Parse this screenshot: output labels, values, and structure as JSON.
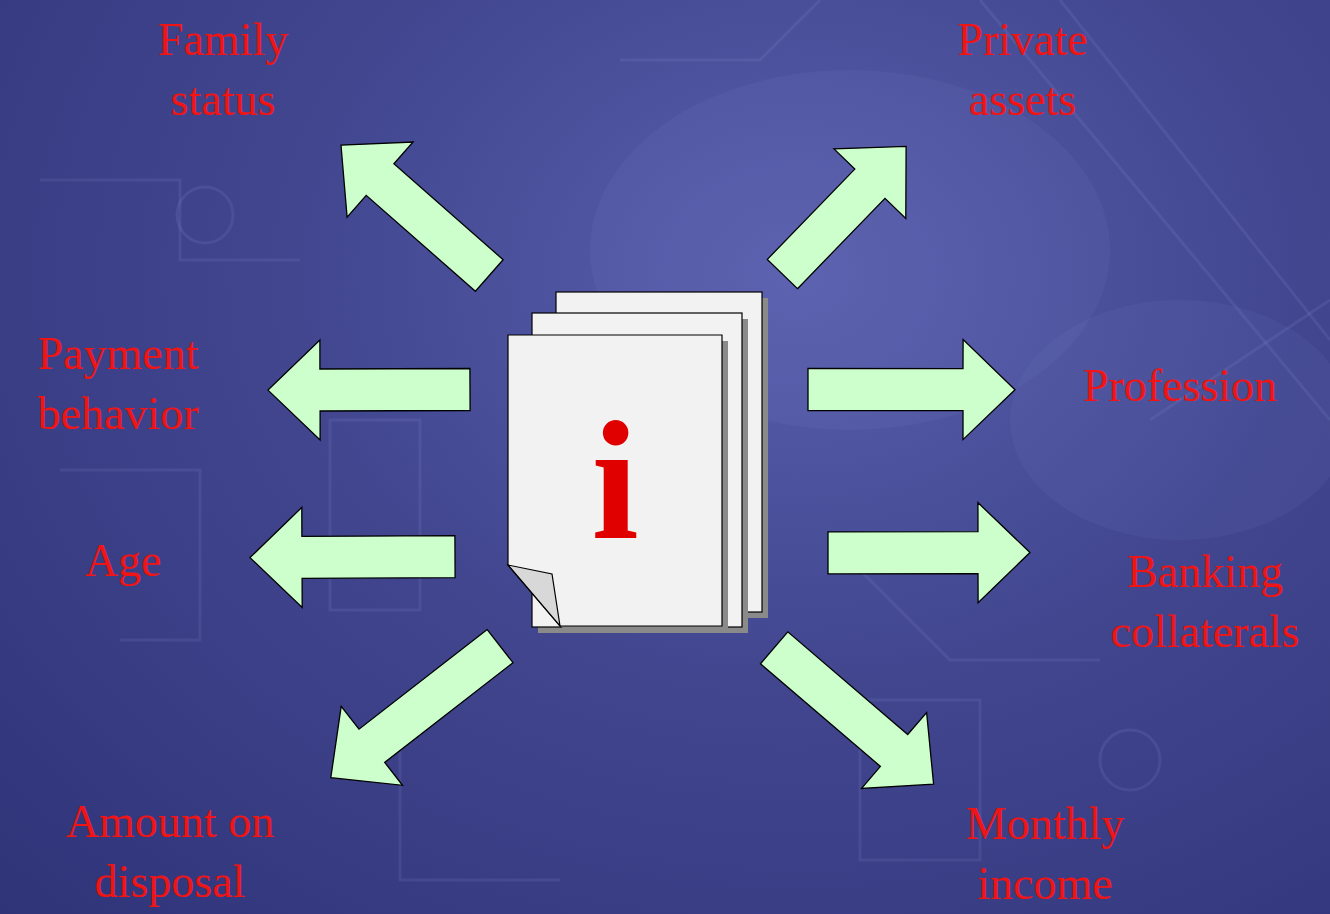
{
  "diagram": {
    "nodes": [
      {
        "text": [
          "i"
        ]
      },
      {
        "text": [
          "Family status"
        ]
      },
      {
        "text": [
          "Private assets"
        ]
      },
      {
        "text": [
          "Payment behavior"
        ]
      },
      {
        "text": [
          "Profession"
        ]
      },
      {
        "text": [
          "Age"
        ]
      },
      {
        "text": [
          "Banking collaterals"
        ]
      },
      {
        "text": [
          "Amount on disposal"
        ]
      },
      {
        "text": [
          "Monthly income"
        ]
      }
    ],
    "edges": [
      {
        "from": 0,
        "to": 1,
        "arrow": "to"
      },
      {
        "from": 0,
        "to": 2,
        "arrow": "to"
      },
      {
        "from": 0,
        "to": 3,
        "arrow": "to"
      },
      {
        "from": 0,
        "to": 4,
        "arrow": "to"
      },
      {
        "from": 0,
        "to": 5,
        "arrow": "to"
      },
      {
        "from": 0,
        "to": 6,
        "arrow": "to"
      },
      {
        "from": 0,
        "to": 7,
        "arrow": "to"
      },
      {
        "from": 0,
        "to": 8,
        "arrow": "to"
      }
    ]
  }
}
